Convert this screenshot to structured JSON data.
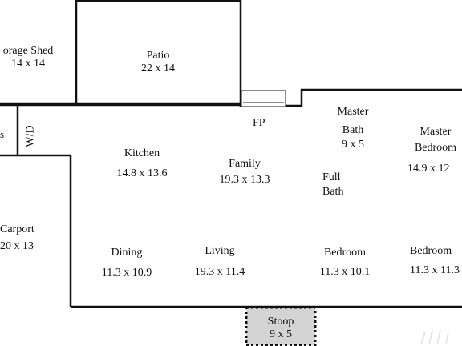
{
  "rooms": {
    "storage_shed": {
      "name": "orage Shed",
      "dim": "14 x 14"
    },
    "patio": {
      "name": "Patio",
      "dim": "22 x 14"
    },
    "fp": {
      "name": "FP"
    },
    "wd": {
      "name": "W/D"
    },
    "left_s": {
      "name": "s"
    },
    "kitchen": {
      "name": "Kitchen",
      "dim": "14.8 x 13.6"
    },
    "family": {
      "name": "Family",
      "dim": "19.3 x 13.3"
    },
    "master_bath": {
      "name_line1": "Master",
      "name_line2": "Bath",
      "dim": "9 x 5"
    },
    "full_bath": {
      "name_line1": "Full",
      "name_line2": "Bath"
    },
    "master_bedroom": {
      "name_line1": "Master",
      "name_line2": "Bedroom",
      "dim": "14.9 x 12"
    },
    "carport": {
      "name": "Carport",
      "dim": "20 x 13"
    },
    "dining": {
      "name": "Dining",
      "dim": "11.3 x 10.9"
    },
    "living": {
      "name": "Living",
      "dim": "19.3 x 11.4"
    },
    "bedroom_1": {
      "name": "Bedroom",
      "dim": "11.3 x 10.1"
    },
    "bedroom_2": {
      "name": "Bedroom",
      "dim": "11.3 x 11.3"
    },
    "stoop": {
      "name": "Stoop",
      "dim": "9 x 5"
    }
  },
  "colors": {
    "wall": "#111111",
    "stoop_fill": "#d4d4d4",
    "background": "#ffffff"
  }
}
